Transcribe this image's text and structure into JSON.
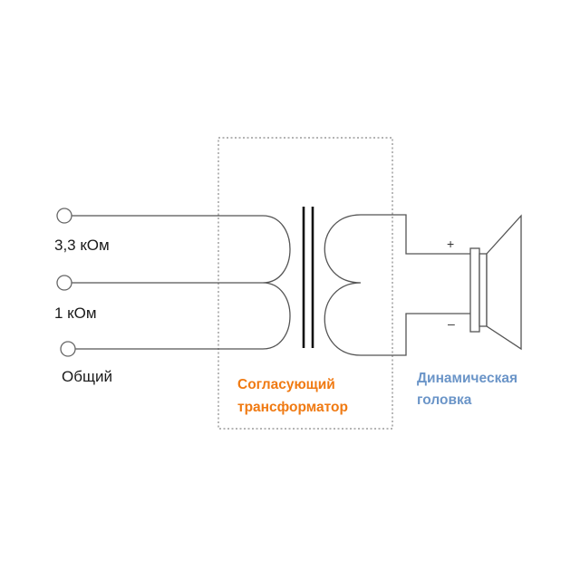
{
  "terminals": [
    {
      "label": "3,3 кОм"
    },
    {
      "label": "1 кОм"
    },
    {
      "label": "Общий"
    }
  ],
  "transformer": {
    "label_line1": "Согласующий",
    "label_line2": "трансформатор",
    "color": "#f07a12"
  },
  "speaker": {
    "label_line1": "Динамическая",
    "label_line2": "головка",
    "plus": "+",
    "minus": "–",
    "color": "#6b95c8"
  }
}
